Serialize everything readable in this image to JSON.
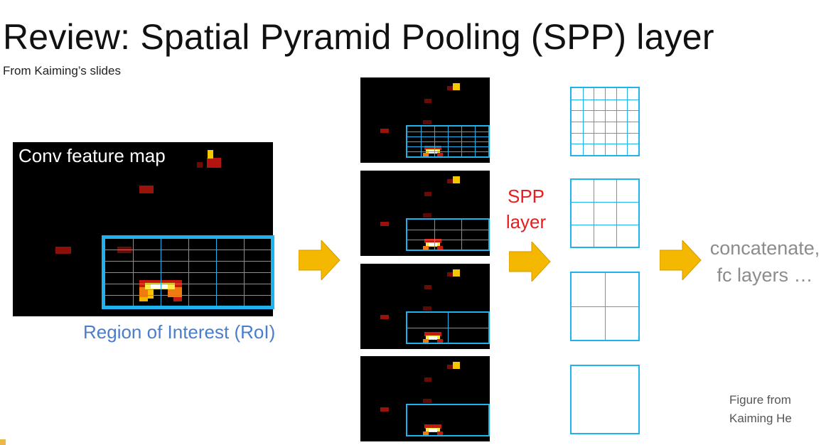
{
  "title": "Review: Spatial Pyramid Pooling (SPP) layer",
  "subtitle": "From Kaiming’s slides",
  "feature_map_label": "Conv feature map",
  "roi_label": "Region of Interest (RoI)",
  "spp_label_line1": "SPP",
  "spp_label_line2": "layer",
  "output_label_line1": "concatenate,",
  "output_label_line2": "fc layers …",
  "credit_line1": "Figure from",
  "credit_line2": "Kaiming He",
  "pyramid_levels": [
    {
      "bins": 6
    },
    {
      "bins": 3
    },
    {
      "bins": 2
    },
    {
      "bins": 1
    }
  ],
  "colors": {
    "grid": "#1fb2ef",
    "arrow": "#f5b800",
    "spp_text": "#e81d1d",
    "roi_text": "#4a7ecb",
    "concat_text": "#8c8c8c"
  }
}
